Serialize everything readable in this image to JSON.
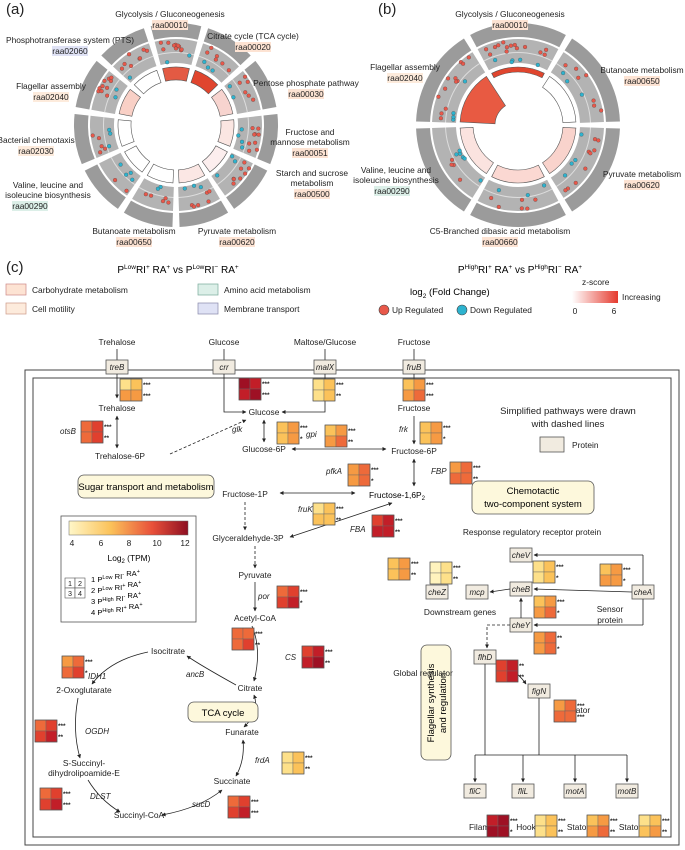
{
  "panels": {
    "a": "(a)",
    "b": "(b)",
    "c": "(c)"
  },
  "panel_a": {
    "pathways": [
      {
        "name": "Glycolysis / Gluconeogenesis",
        "code": "raa00010",
        "cat": "carb"
      },
      {
        "name": "Citrate cycle (TCA cycle)",
        "code": "raa00020",
        "cat": "carb"
      },
      {
        "name": "Pentose phosphate pathway",
        "code": "raa00030",
        "cat": "carb"
      },
      {
        "name": "Fructose and",
        "name2": "mannose metabolism",
        "code": "raa00051",
        "cat": "carb"
      },
      {
        "name": "Starch and sucrose",
        "name2": "metabolism",
        "code": "raa00500",
        "cat": "carb"
      },
      {
        "name": "Pyruvate metabolism",
        "code": "raa00620",
        "cat": "carb"
      },
      {
        "name": "Butanoate metabolism",
        "code": "raa00650",
        "cat": "carb"
      },
      {
        "name": "Valine, leucine and",
        "name2": "isoleucine biosynthesis",
        "code": "raa00290",
        "cat": "amino"
      },
      {
        "name": "Bacterial chemotaxis",
        "code": "raa02030",
        "cat": "cell"
      },
      {
        "name": "Flagellar assembly",
        "code": "raa02040",
        "cat": "cell"
      },
      {
        "name": "Phosphotransferase system (PTS)",
        "code": "raa02060",
        "cat": "membrane"
      }
    ],
    "comparison": "P^Low RI^+ RA^+ vs P^Low RI^- RA^+"
  },
  "panel_b": {
    "pathways": [
      {
        "name": "Glycolysis / Gluconeogenesis",
        "code": "raa00010",
        "cat": "carb"
      },
      {
        "name": "Butanoate metabolism",
        "code": "raa00650",
        "cat": "carb"
      },
      {
        "name": "Pyruvate metabolism",
        "code": "raa00620",
        "cat": "carb"
      },
      {
        "name": "C5-Branched dibasic acid metabolism",
        "code": "raa00660",
        "cat": "carb"
      },
      {
        "name": "Valine, leucine and",
        "name2": "isoleucine biosynthesis",
        "code": "raa00290",
        "cat": "amino"
      },
      {
        "name": "Flagellar assembly",
        "code": "raa02040",
        "cat": "cell"
      }
    ],
    "comparison": "P^High RI^+ RA^+ vs P^High RI^- RA^+"
  },
  "legend": {
    "categories": [
      {
        "label": "Carbohydrate metabolism",
        "color": "#fde3d3"
      },
      {
        "label": "Amino acid metabolism",
        "color": "#dcefe8"
      },
      {
        "label": "Cell motility",
        "color": "#fdebdc"
      },
      {
        "label": "Membrane transport",
        "color": "#dfe2f5"
      }
    ],
    "fold_change_title": "log",
    "fold_change_sub": "2",
    "fold_change_rest": " (Fold Change)",
    "up": "Up Regulated",
    "down": "Down Regulated",
    "zscore_title": "z-score",
    "zscore_inc": "Increasing",
    "zscore_min": "0",
    "zscore_max": "6",
    "up_color": "#e8584a",
    "down_color": "#2db3cf"
  },
  "panel_c": {
    "tpm_ticks": [
      "4",
      "6",
      "8",
      "10",
      "12"
    ],
    "tpm_title": "Log",
    "tpm_sub": "2",
    "tpm_rest": " (TPM)",
    "samples": [
      "1 P^Low RI^- RA^+",
      "2 P^Low RI^+ RA^+",
      "3 P^High RI^- RA^+",
      "4 P^High RI^+ RA^+"
    ],
    "grid_nums": [
      "1",
      "2",
      "3",
      "4"
    ],
    "transporters": [
      {
        "sugar": "Trehalose",
        "gene": "treB"
      },
      {
        "sugar": "Glucose",
        "gene": "crr"
      },
      {
        "sugar": "Maltose/Glucose",
        "gene": "malX"
      },
      {
        "sugar": "Fructose",
        "gene": "fruB"
      }
    ],
    "metabolites": {
      "trehalose": "Trehalose",
      "trehalose6p": "Trehalose-6P",
      "glucose": "Glucose",
      "glucose6p": "Glucose-6P",
      "fructose": "Fructose",
      "fructose6p": "Fructose-6P",
      "fructose1p": "Fructose-1P",
      "fructose16p": "Fructose-1,6P",
      "fructose16p_sub": "2",
      "g3p": "Glyceraldehyde-3P",
      "pyruvate": "Pyruvate",
      "acetylcoa": "Acetyl-CoA",
      "isocitrate": "Isocitrate",
      "citrate": "Citrate",
      "oxoglutarate": "2-Oxoglutarate",
      "funarate": "Funarate",
      "succinyl1": "S-Succinyl-",
      "succinyl2": "dihydrolipoamide-E",
      "succinate": "Succinate",
      "succinylcoa": "Succinyl-CoA"
    },
    "genes": {
      "otsB": "otsB",
      "glk": "glk",
      "gpi": "gpi",
      "frk": "frk",
      "pfkA": "pfkA",
      "FBP": "FBP",
      "fruK": "fruK",
      "FBA": "FBA",
      "por": "por",
      "CS": "CS",
      "ancB": "ancB",
      "IDH1": "IDH1",
      "OGDH": "OGDH",
      "DLST": "DLST",
      "frdA": "frdA",
      "sucD": "sucD"
    },
    "boxes": {
      "sugar": "Sugar transport and metabolism",
      "tca": "TCA cycle",
      "chemo1": "Chemotactic",
      "chemo2": "two-component system",
      "flag1": "Flagellar synthesis",
      "flag2": "and regulation"
    },
    "note1": "Simplified pathways were drawn",
    "note2": "with dashed lines",
    "protein_legend": "Protein",
    "chemo": {
      "rrp": "Response regulatory receptor protein",
      "cheV": "cheV",
      "cheB": "cheB",
      "cheY": "cheY",
      "cheZ": "cheZ",
      "mcp": "mcp",
      "cheA": "cheA",
      "downstream": "Downstream genes",
      "sensor1": "Sensor",
      "sensor2": "protein"
    },
    "flag": {
      "flhD": "flhD",
      "global": "Global regulator",
      "figN": "figN",
      "regulator": "Regulator",
      "fliC": "fliC",
      "fliL": "fliL",
      "motA": "motA",
      "motB": "motB",
      "filament": "Filament",
      "hook": "Hook",
      "stator1": "Stator",
      "stator2": "Stator"
    }
  }
}
